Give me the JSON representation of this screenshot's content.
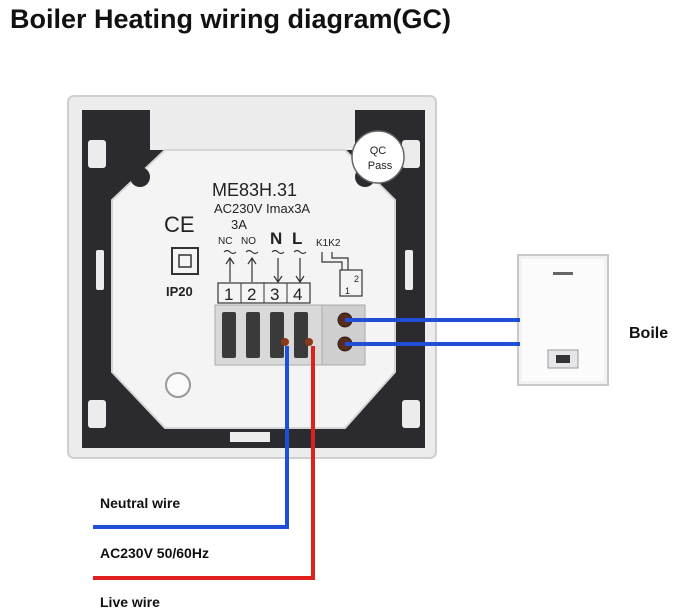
{
  "title": "Boiler Heating wiring diagram(GC)",
  "labels": {
    "neutral": "Neutral wire",
    "ac": "AC230V 50/60Hz",
    "live": "Live wire",
    "boiler": "Boile"
  },
  "thermostat": {
    "model": "ME83H.31",
    "rating": "AC230V Imax3A",
    "current": "3A",
    "nc": "NC",
    "no": "NO",
    "n": "N",
    "l": "L",
    "k": "K1K2",
    "ce": "CE",
    "ip": "IP20",
    "terminals": [
      "1",
      "2",
      "3",
      "4"
    ],
    "relay_pins": [
      "1",
      "2"
    ],
    "qc": [
      "QC",
      "Pass"
    ]
  },
  "colors": {
    "neutral_wire": "#1f4fd8",
    "live_wire": "#e0201c",
    "backplate": "#2a2a2e",
    "frame": "#e9e9e9"
  }
}
